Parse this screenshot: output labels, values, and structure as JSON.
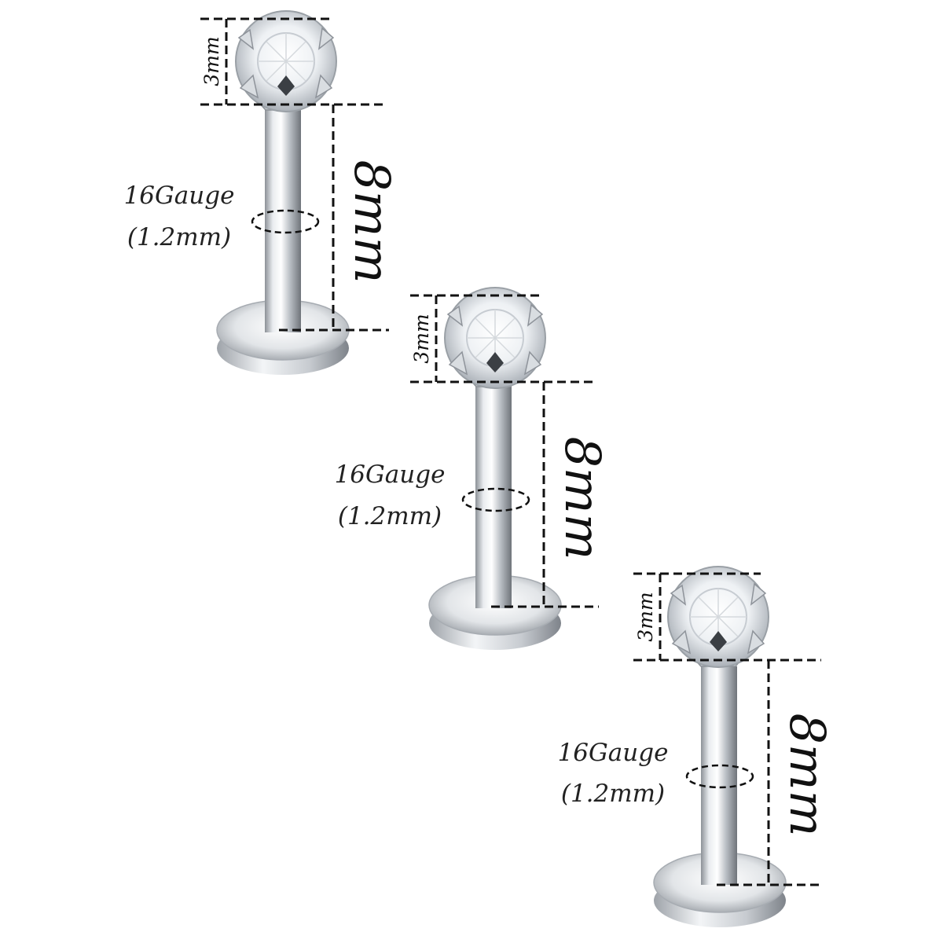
{
  "image": {
    "background": "#ffffff",
    "subject": "labret-stud-set",
    "metal_color": "#cfd3d8",
    "gem_color": "#f4f6f8"
  },
  "studs": [
    {
      "gauge_line1": "16Gauge",
      "gauge_line2": "(1.2mm)",
      "bar_length": "8mm",
      "top_size": "3mm"
    },
    {
      "gauge_line1": "16Gauge",
      "gauge_line2": "(1.2mm)",
      "bar_length": "8mm",
      "top_size": "3mm"
    },
    {
      "gauge_line1": "16Gauge",
      "gauge_line2": "(1.2mm)",
      "bar_length": "8mm",
      "top_size": "3mm"
    }
  ]
}
